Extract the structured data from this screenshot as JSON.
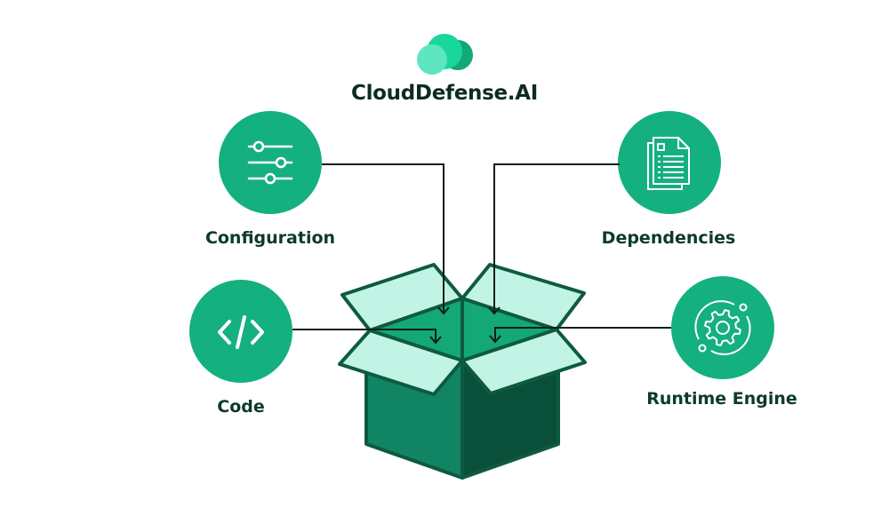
{
  "brand": {
    "name": "CloudDefense.AI",
    "logo_icon": "cloud-icon",
    "colors": {
      "cloud_front": "#5ee6c0",
      "cloud_middle": "#19d79a",
      "cloud_back": "#12a878"
    }
  },
  "diagram": {
    "title": "Software package composition",
    "center": {
      "name": "Open box",
      "icon": "box-icon"
    },
    "components": [
      {
        "id": "configuration",
        "label": "Configuration",
        "icon": "sliders-icon",
        "side": "top-left"
      },
      {
        "id": "dependencies",
        "label": "Dependencies",
        "icon": "documents-icon",
        "side": "top-right"
      },
      {
        "id": "code",
        "label": "Code",
        "icon": "code-icon",
        "side": "bottom-left"
      },
      {
        "id": "runtime",
        "label": "Runtime Engine",
        "icon": "gear-cycle-icon",
        "side": "bottom-right"
      }
    ],
    "colors": {
      "circle": "#15b07f",
      "icon_stroke": "#ffffff",
      "label_text": "#0d3a2c",
      "connector": "#0d1f1a",
      "box_outline": "#0e5a41",
      "box_flap": "#c2f4e5",
      "box_interior": "#14a877",
      "box_left_face": "#118463",
      "box_right_face": "#0a4f3a"
    }
  }
}
